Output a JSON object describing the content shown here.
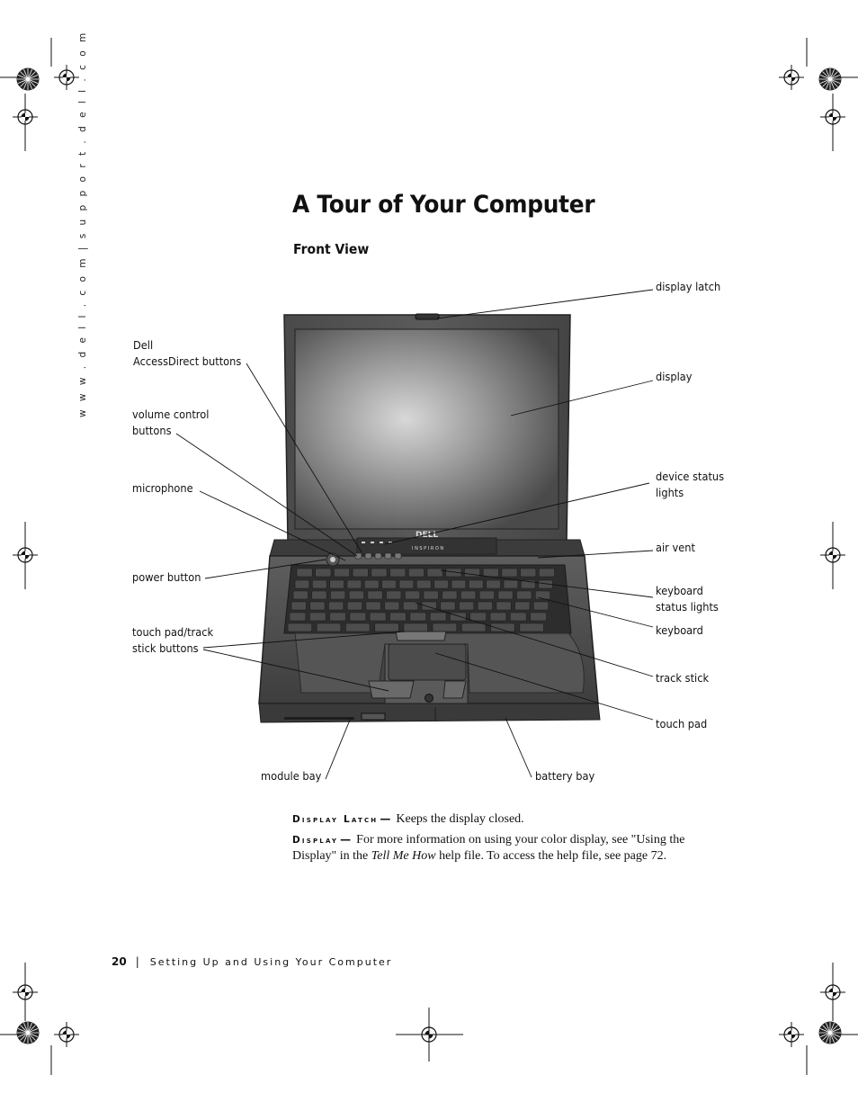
{
  "sidebar": {
    "url_text": "w w w . d e l l . c o m   |   s u p p o r t . d e l l . c o m"
  },
  "page": {
    "title": "A Tour of Your Computer",
    "subtitle": "Front View"
  },
  "figure": {
    "bezel_logo": "DELL",
    "base_logo": "I N S P I R O N",
    "callouts": {
      "display_latch": "display latch",
      "dell_1": "Dell",
      "dell_2": "AccessDirect buttons",
      "display": "display",
      "volume_1": "volume control",
      "volume_2": "buttons",
      "device_1": "device status",
      "device_2": "lights",
      "microphone": "microphone",
      "air_vent": "air vent",
      "power_button": "power button",
      "kbstatus_1": "keyboard",
      "kbstatus_2": "status lights",
      "keyboard": "keyboard",
      "touchpad_btn_1": "touch pad/track",
      "touchpad_btn_2": "stick buttons",
      "track_stick": "track stick",
      "touch_pad": "touch pad",
      "module_bay": "module bay",
      "battery_bay": "battery bay"
    }
  },
  "descriptions": {
    "latch_term": "Display Latch",
    "latch_dash": "—",
    "latch_text": "Keeps the display closed.",
    "display_term": "Display",
    "display_dash": "—",
    "display_text_1": "For more information on using your color display, see \"Using the Display\" in the ",
    "display_italic": "Tell Me How",
    "display_text_2": " help file. To access the help file, see page 72."
  },
  "footer": {
    "page_number": "20",
    "separator": "|",
    "chapter": "Setting Up and Using Your Computer"
  }
}
